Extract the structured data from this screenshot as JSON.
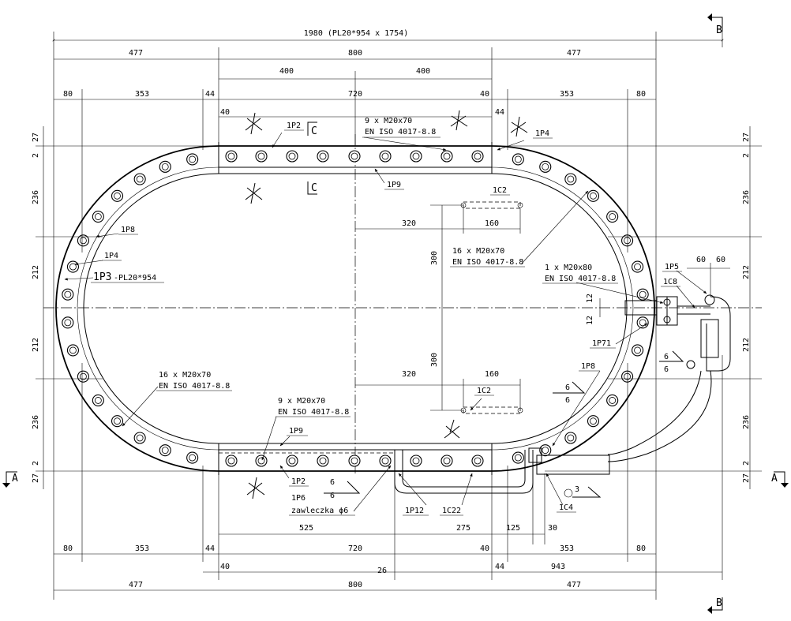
{
  "overall": {
    "label": "1980 (PL20*954 x 1754)"
  },
  "top_dims": {
    "row1": [
      "477",
      "800",
      "477"
    ],
    "row2": [
      "400",
      "400"
    ],
    "row3": [
      "80",
      "353",
      "44",
      "720",
      "40",
      "353",
      "80"
    ],
    "small": [
      "40",
      "44"
    ]
  },
  "bottom_dims": {
    "row1": [
      "525",
      "275",
      "125",
      "30"
    ],
    "row2": [
      "80",
      "353",
      "44",
      "720",
      "40",
      "353",
      "80"
    ],
    "small": [
      "40",
      "26",
      "44",
      "943"
    ],
    "row3": [
      "477",
      "800",
      "477"
    ]
  },
  "left_dims": [
    "27",
    "2",
    "236",
    "212",
    "212",
    "236",
    "2",
    "27"
  ],
  "right_dims": [
    "27",
    "2",
    "236",
    "212",
    "212",
    "236",
    "2",
    "27"
  ],
  "inner_dims": {
    "h320_top": "320",
    "h160_top": "160",
    "h320_bot": "320",
    "h160_bot": "160",
    "v300_top": "300",
    "v300_bot": "300",
    "v12a": "12",
    "v12b": "12",
    "h60a": "60",
    "h60b": "60"
  },
  "section_marks": {
    "b_top": "B",
    "b_bottom": "B",
    "a_left": "A",
    "a_right": "A",
    "c_top": "C",
    "c_bottom": "C"
  },
  "tags": {
    "p1p2_top": "1P2",
    "p1p9_top": "1P9",
    "p1p4_right": "1P4",
    "p1c2_top": "1C2",
    "p1p8_left": "1P8",
    "p1p4_left": "1P4",
    "p1p3": "1P3",
    "p1p3_plate": "-PL20*954",
    "p1p5": "1P5",
    "p1c8": "1C8",
    "p1p71": "1P71",
    "p1p8_right": "1P8",
    "p1c2_bot": "1C2",
    "p1p9_bot": "1P9",
    "p1p2_bot": "1P2",
    "p1p6": "1P6",
    "p1p12": "1P12",
    "p1c22": "1C22",
    "p1c4": "1C4"
  },
  "bolt_notes": {
    "top_count": "9 x M20x70",
    "top_std": "EN ISO 4017-8.8",
    "right_count": "16 x M20x70",
    "right_std": "EN ISO 4017-8.8",
    "single_count": "1 x M20x80",
    "single_std": "EN ISO 4017-8.8",
    "left_count": "16 x M20x70",
    "left_std": "EN ISO 4017-8.8",
    "bot_count": "9 x M20x70",
    "bot_std": "EN ISO 4017-8.8"
  },
  "welds": {
    "w6a": "6",
    "w6b": "6",
    "w6c": "6",
    "w6d": "6",
    "w6e": "6",
    "w6f": "6",
    "w3": "3"
  },
  "pin_note": "zawleczka ϕ6"
}
